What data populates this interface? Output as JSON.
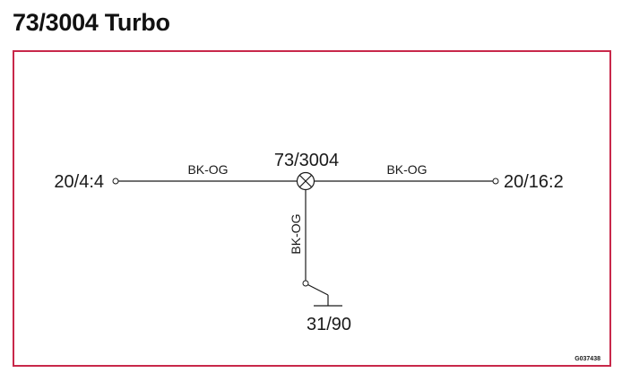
{
  "title": "73/3004 Turbo",
  "component": {
    "id": "73/3004"
  },
  "connectors": {
    "left": "20/4:4",
    "right": "20/16:2",
    "ground": "31/90"
  },
  "wires": {
    "left": "BK-OG",
    "right": "BK-OG",
    "down": "BK-OG"
  },
  "drawing_code": "G037438",
  "colors": {
    "frame": "#c8284a",
    "line": "#1a1a1a"
  }
}
